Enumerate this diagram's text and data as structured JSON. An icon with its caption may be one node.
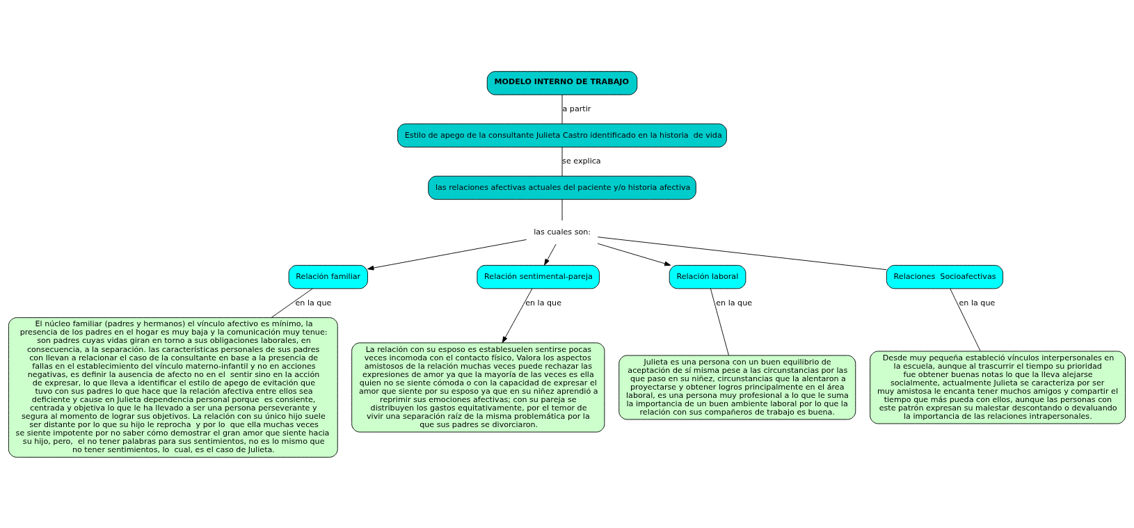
{
  "diagram": {
    "nodes": [
      {
        "text": [
          "MODELO INTERNO DE TRABAJO"
        ]
      },
      {
        "text": [
          "Estilo de apego de la consultante Julieta Castro identificado en la historia  de vida"
        ]
      },
      {
        "text": [
          "las relaciones afectivas actuales del paciente y/o historia afectiva"
        ]
      },
      {
        "text": [
          "las cuales son:"
        ]
      },
      {
        "text": [
          "Relación familiar"
        ]
      },
      {
        "text": [
          "Relación sentimental-pareja"
        ]
      },
      {
        "text": [
          "La relación con su esposo es establesuelen sentirse pocas veces incomoda con el contacto físico, Valora los aspectos amistosos de la relación muchas veces puede rechazar las expresiones de amor ya que la mayoría de las veces es ella quien no se siente cómoda o con la capacidad de expresar el amor que siente por su esposo ya que en su niñez aprendió a reprimir sus emociones afectivas; con su pareja se distribuyen los gastos equitativamente, por el temor de vivir una separación raíz de la misma problemática por la que sus padres se divorciaron."
        ]
      },
      {
        "text": [
          "El núcleo familiar (padres y hermanos) el vínculo afectivo es mínimo, la presencia de los padres en el hogar es muy baja y la comunicación muy tenue: son padres cuyas vidas giran en torno a sus obligaciones laborales, en consecuencia, a la separación. las características personales de sus padres con llevan a relacionar el caso de la consultante en base a la presencia de fallas en el establecimiento del vínculo materno-infantil y no en acciones negativas, es definir la ausencia de afecto no en el  sentir sino en la acción de expresar, lo que lleva a identificar el estilo de apego de evitación que tuvo con sus padres lo que hace que la relación afectiva entre ellos sea deficiente y cause en Julieta dependencia personal porque  es consiente, centrada y objetiva lo que le ha llevado a ser una persona perseverante y segura al momento de lograr sus objetivos. La relación con su único hijo suele ser distante por lo que su hijo le reprocha  y por lo  que ella muchas veces se siente impotente por no saber cómo demostrar el gran amor que siente hacia su hijo, pero,  el no tener palabras para sus sentimientos, no es lo mismo que no tener sentimientos, lo  cual, es el caso de Julieta."
        ]
      },
      {
        "text": [
          "Relación laboral"
        ]
      },
      {
        "text": [
          "Julieta es una persona con un buen equilibrio de aceptación de sí misma pese a las circunstancias por las que paso en su niñez, circunstancias que la alentaron a proyectarse y obtener logros principalmente en el área laboral, es una persona muy profesional a lo que le suma la importancia de un buen ambiente laboral por lo que la relación con sus compañeros de trabajo es buena."
        ]
      },
      {
        "text": [
          "Relaciones  Socioafectivas"
        ]
      },
      {
        "text": [
          "Desde muy pequeña estableció vínculos interpersonales en la escuela, aunque al trascurrir el tiempo su prioridad fue obtener buenas notas lo que la lleva alejarse socialmente, actualmente Julieta se caracteriza por ser muy amistosa le encanta tener muchos amigos y compartir el tiempo que más pueda con ellos, aunque las personas con este patrón expresan su malestar descontando o devaluando la importancia de las relaciones intrapersonales."
        ]
      }
    ],
    "edges": [
      {
        "from": 0,
        "to": 1,
        "arrow": "none",
        "label": "a partir"
      },
      {
        "from": 1,
        "to": 2,
        "arrow": "none",
        "label": "se explica"
      },
      {
        "from": 2,
        "to": 3,
        "arrow": "none"
      },
      {
        "from": 3,
        "to": 4,
        "arrow": "to"
      },
      {
        "from": 3,
        "to": 5,
        "arrow": "to"
      },
      {
        "from": 3,
        "to": 8,
        "arrow": "to"
      },
      {
        "from": 3,
        "to": 10,
        "arrow": "none"
      },
      {
        "from": 4,
        "to": 7,
        "arrow": "none",
        "label": "en la que"
      },
      {
        "from": 5,
        "to": 6,
        "arrow": "to",
        "label": "en la que"
      },
      {
        "from": 8,
        "to": 9,
        "arrow": "none",
        "label": "en la que"
      },
      {
        "from": 10,
        "to": 11,
        "arrow": "none",
        "label": "en la que"
      }
    ]
  }
}
